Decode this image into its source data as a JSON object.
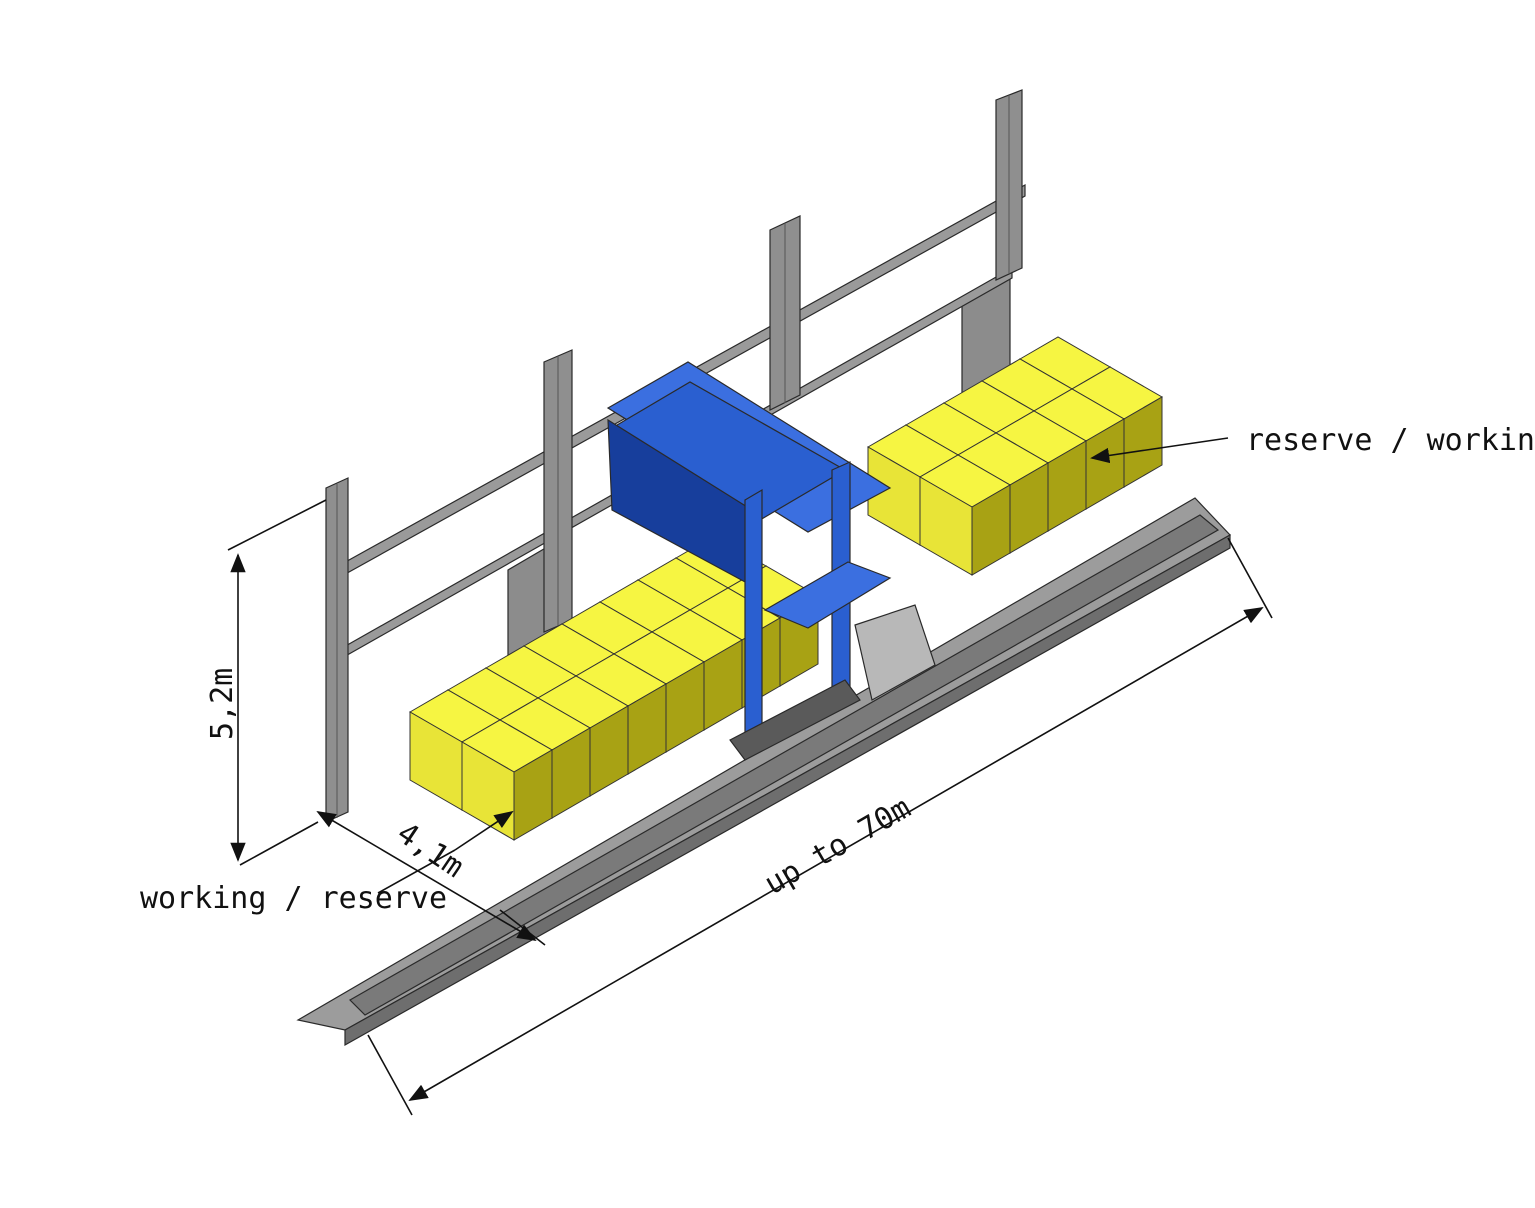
{
  "labels": {
    "height": "5,2m",
    "width": "4,1m",
    "length": "up to 70m",
    "left_zone": "working / reserve",
    "right_zone": "reserve / working"
  },
  "colors": {
    "frame": "#8a8a8a",
    "frame_dark": "#6e6e6e",
    "panel": "#8c8c8c",
    "box_top": "#f6f542",
    "box_side": "#a8a214",
    "machine": "#2a5fd0",
    "machine_dark": "#173e9c",
    "rail": "#8a8a8a"
  }
}
